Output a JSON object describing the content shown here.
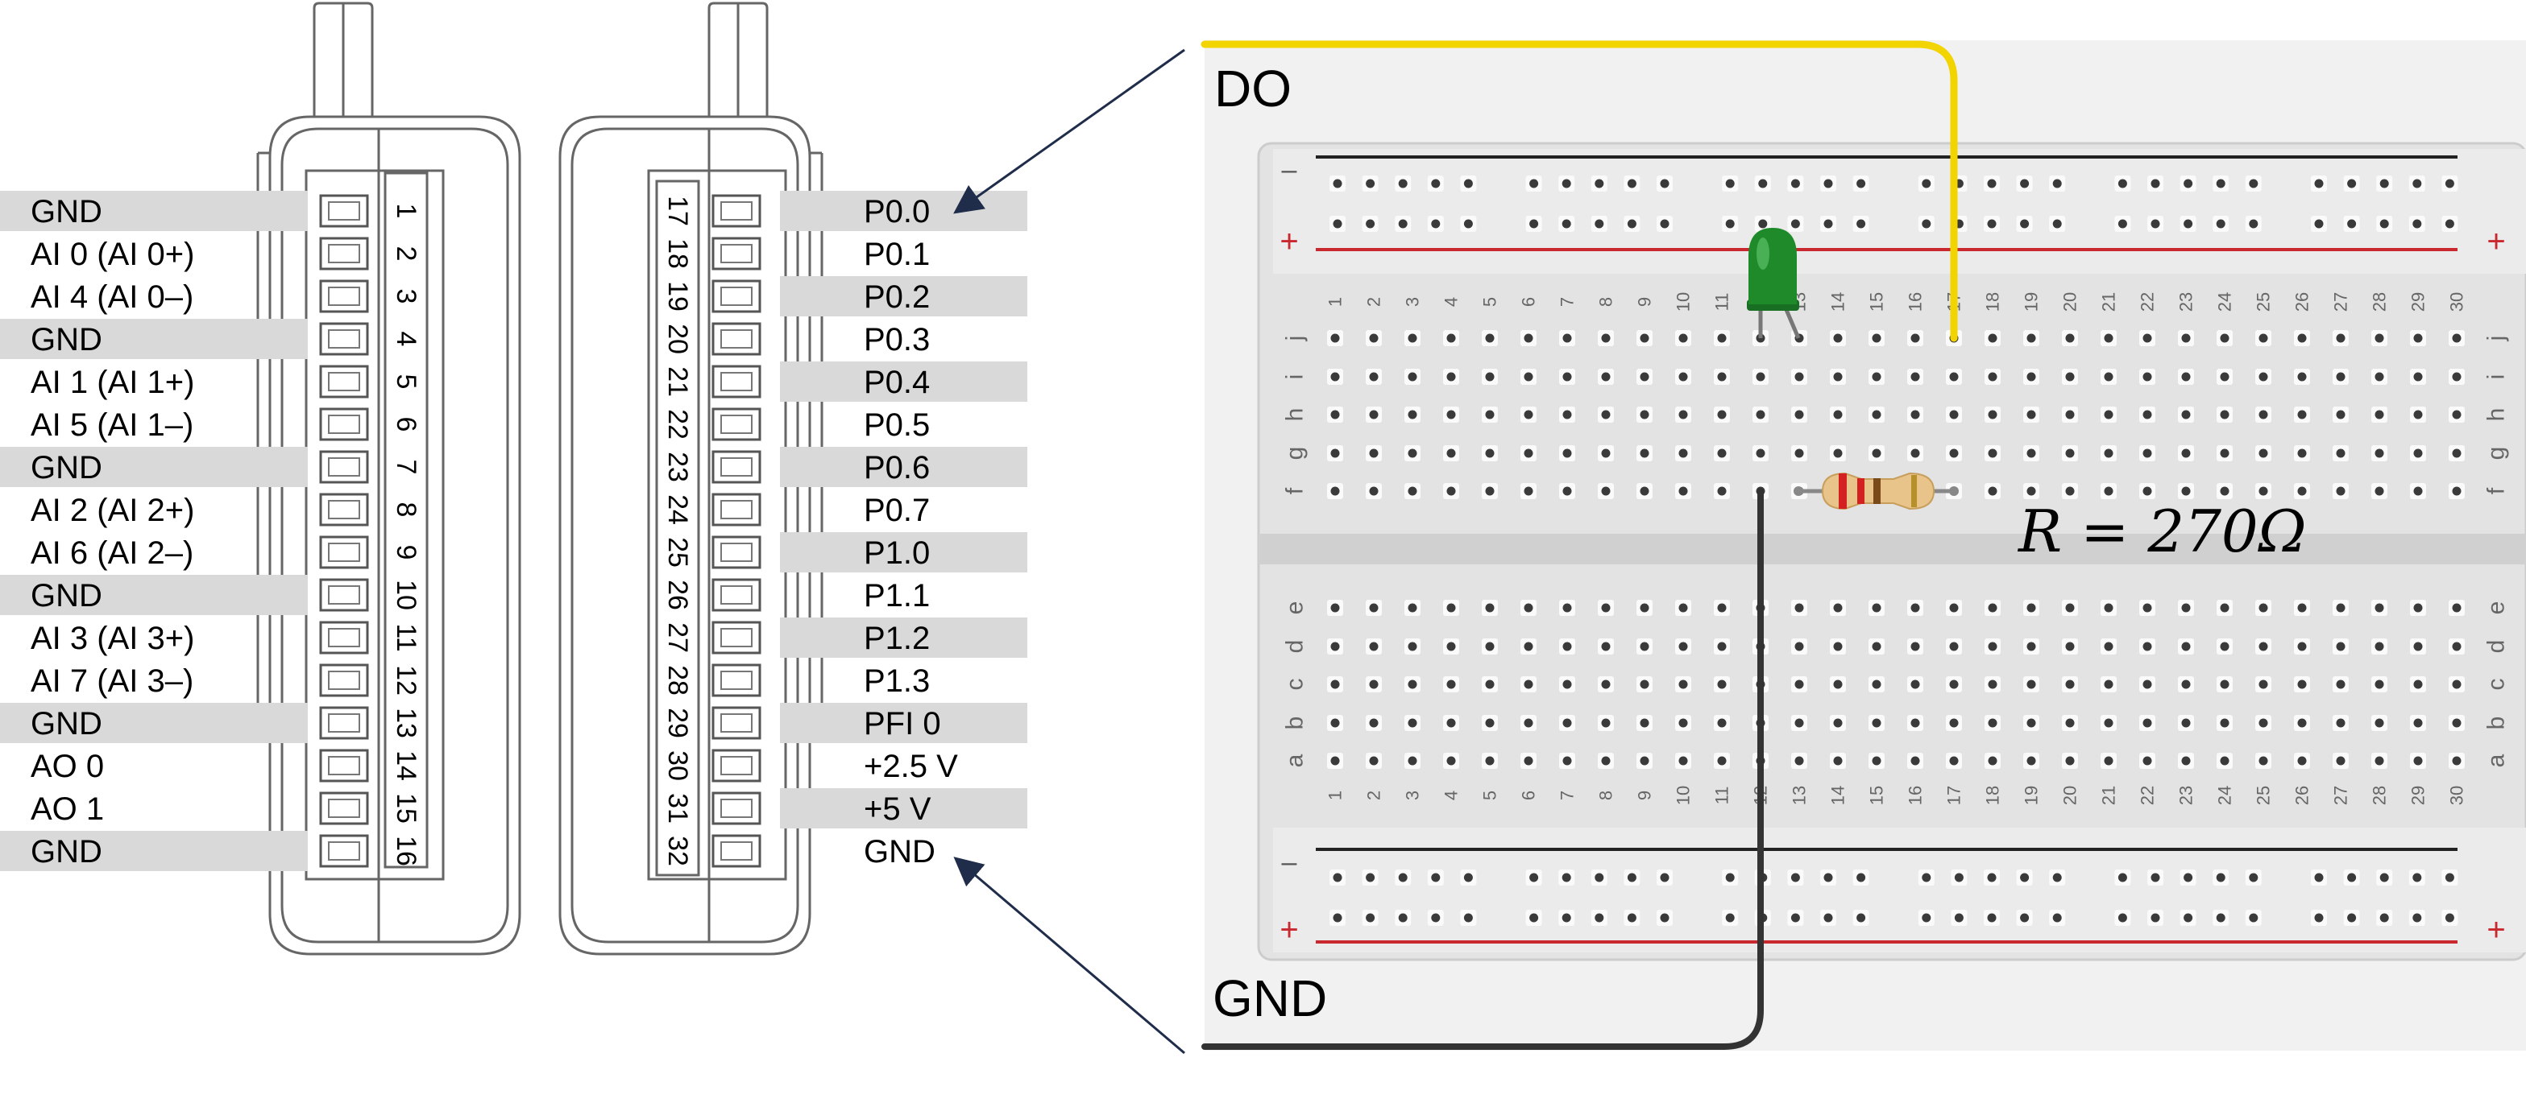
{
  "left_pins": [
    {
      "num": "1",
      "label": "GND"
    },
    {
      "num": "2",
      "label": "AI 0 (AI 0+)"
    },
    {
      "num": "3",
      "label": "AI 4 (AI 0–)"
    },
    {
      "num": "4",
      "label": "GND"
    },
    {
      "num": "5",
      "label": "AI 1 (AI 1+)"
    },
    {
      "num": "6",
      "label": "AI 5 (AI 1–)"
    },
    {
      "num": "7",
      "label": "GND"
    },
    {
      "num": "8",
      "label": "AI 2 (AI 2+)"
    },
    {
      "num": "9",
      "label": "AI 6 (AI 2–)"
    },
    {
      "num": "10",
      "label": "GND"
    },
    {
      "num": "11",
      "label": "AI 3 (AI 3+)"
    },
    {
      "num": "12",
      "label": "AI 7 (AI 3–)"
    },
    {
      "num": "13",
      "label": "GND"
    },
    {
      "num": "14",
      "label": "AO 0"
    },
    {
      "num": "15",
      "label": "AO 1"
    },
    {
      "num": "16",
      "label": "GND"
    }
  ],
  "right_pins": [
    {
      "num": "17",
      "label": "P0.0"
    },
    {
      "num": "18",
      "label": "P0.1"
    },
    {
      "num": "19",
      "label": "P0.2"
    },
    {
      "num": "20",
      "label": "P0.3"
    },
    {
      "num": "21",
      "label": "P0.4"
    },
    {
      "num": "22",
      "label": "P0.5"
    },
    {
      "num": "23",
      "label": "P0.6"
    },
    {
      "num": "24",
      "label": "P0.7"
    },
    {
      "num": "25",
      "label": "P1.0"
    },
    {
      "num": "26",
      "label": "P1.1"
    },
    {
      "num": "27",
      "label": "P1.2"
    },
    {
      "num": "28",
      "label": "P1.3"
    },
    {
      "num": "29",
      "label": "PFI 0"
    },
    {
      "num": "30",
      "label": "+2.5 V"
    },
    {
      "num": "31",
      "label": "+5 V"
    },
    {
      "num": "32",
      "label": "GND"
    }
  ],
  "breadboard": {
    "do_label": "DO",
    "gnd_label": "GND",
    "resistor_label": "R = 270Ω",
    "rail_minus": "–",
    "rail_plus": "+",
    "column_count": 30,
    "top_rows": [
      "j",
      "i",
      "h",
      "g",
      "f"
    ],
    "bottom_rows": [
      "e",
      "d",
      "c",
      "b",
      "a"
    ]
  },
  "colors": {
    "pin_shade": "#d9d9d9",
    "do_wire": "#f2d400",
    "gnd_wire": "#333333",
    "arrow": "#1f2d4a",
    "led": "#1f8a2a",
    "rail_red": "#c8282e",
    "rail_black": "#222222",
    "breadboard_bg": "#e3e3e3",
    "page_bg": "#f1f1f1"
  }
}
